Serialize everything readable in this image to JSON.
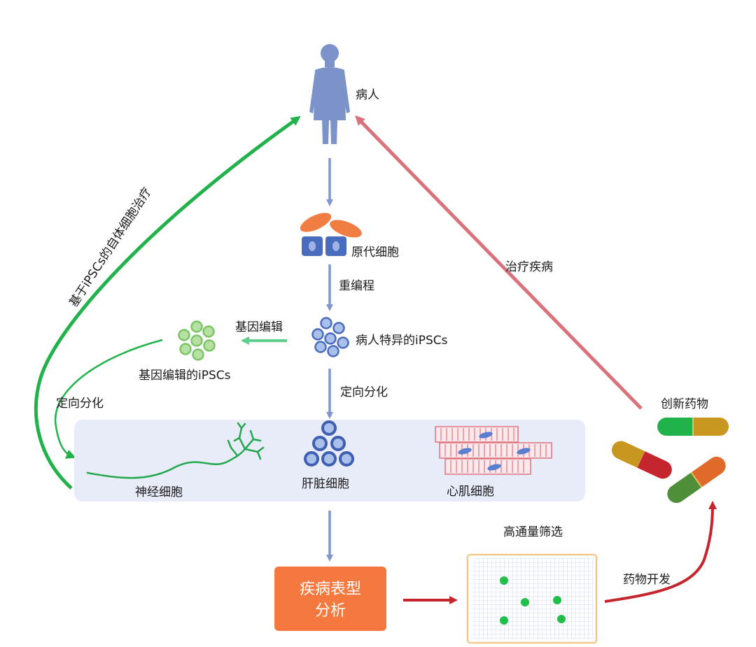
{
  "nodes": {
    "patient": "病人",
    "primary_cells": "原代细胞",
    "reprogramming": "重编程",
    "patient_ipscs": "病人特异的iPSCs",
    "gene_editing": "基因编辑",
    "edited_ipscs": "基因编辑的iPSCs",
    "directed_diff_center": "定向分化",
    "directed_diff_left": "定向分化",
    "neuron": "神经细胞",
    "hepatocyte": "肝脏细胞",
    "cardiomyocyte": "心肌细胞",
    "disease_phenotype_line1": "疾病表型",
    "disease_phenotype_line2": "分析",
    "hts": "高通量筛选",
    "drug_dev": "药物开发",
    "new_drugs": "创新药物",
    "treat_disease": "治疗疾病",
    "autologous_therapy": "基于iPSCs的自体细胞治疗"
  },
  "colors": {
    "blue_arrow": "#7f97cc",
    "green_arrow": "#22b24c",
    "light_green_arrow": "#5ccf8a",
    "pink_arrow": "#d9727a",
    "red_arrow": "#c5262d",
    "orange_box": "#f5793f",
    "panel": "#e8ebf8",
    "human": "#7b93c9"
  },
  "icons": [
    "human-figure-icon",
    "primary-cells-icon",
    "ipsc-cluster-icon",
    "edited-ipsc-cluster-icon",
    "neuron-icon",
    "hepatocyte-icon",
    "cardiomyocyte-icon",
    "screening-plate-icon",
    "capsule-icon"
  ]
}
